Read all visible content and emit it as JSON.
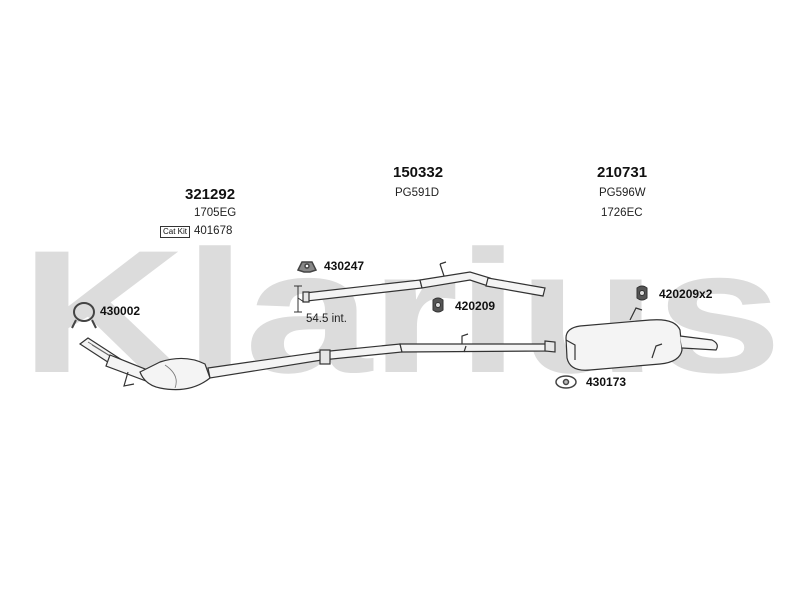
{
  "watermark": "Klarius",
  "colors": {
    "watermark": "#d9d9d9",
    "line": "#333333",
    "part_fill": "#f2f2f2",
    "hardware": "#555555"
  },
  "parts": {
    "catalyst": {
      "number": "321292",
      "oe_code": "1705EG",
      "cat_kit_label": "Cat Kit",
      "cat_kit_number": "401678"
    },
    "middle_pipe": {
      "number": "150332",
      "oe_code": "PG591D"
    },
    "rear_silencer": {
      "number": "210731",
      "oe_code": "PG596W",
      "oe_code_2": "1726EC"
    }
  },
  "fittings": {
    "clamp_430002": "430002",
    "clamp_430247": "430247",
    "mount_420209": "420209",
    "mount_420209x2": "420209x2",
    "clamp_430173": "430173",
    "pipe_dim": "54.5 int."
  }
}
